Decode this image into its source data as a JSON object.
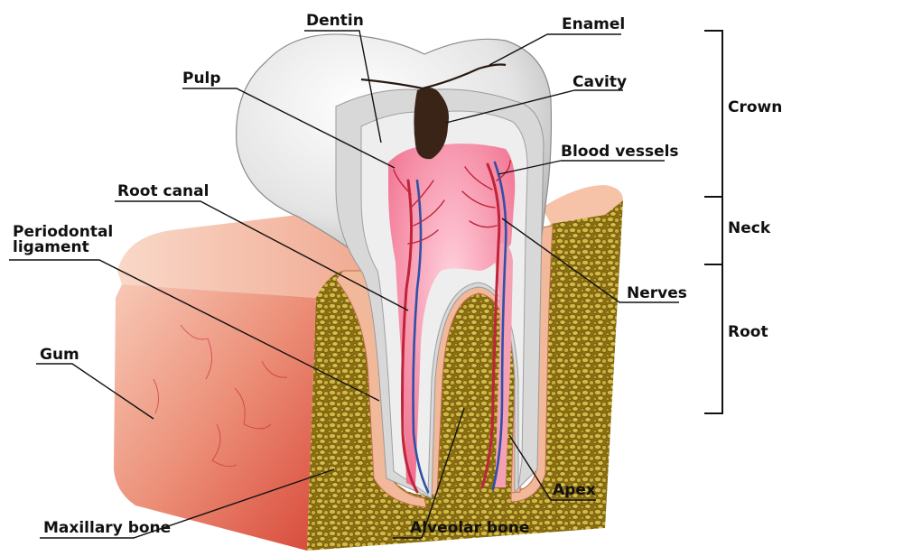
{
  "labels": {
    "dentin": "Dentin",
    "enamel": "Enamel",
    "pulp": "Pulp",
    "cavity": "Cavity",
    "blood_vessels": "Blood vessels",
    "root_canal": "Root canal",
    "periodontal_line1": "Periodontal",
    "periodontal_line2": "ligament",
    "nerves": "Nerves",
    "gum": "Gum",
    "apex": "Apex",
    "maxillary_bone": "Maxillary bone",
    "alveolar_bone": "Alveolar bone"
  },
  "regions": {
    "crown": "Crown",
    "neck": "Neck",
    "root": "Root"
  },
  "colors": {
    "gum": "#e8785f",
    "bone": "#b89a2a",
    "pulp": "#f06a8a",
    "enamel": "#e8e8e8",
    "cavity": "#3a2418",
    "artery": "#c0243a",
    "vein": "#3050a8"
  }
}
